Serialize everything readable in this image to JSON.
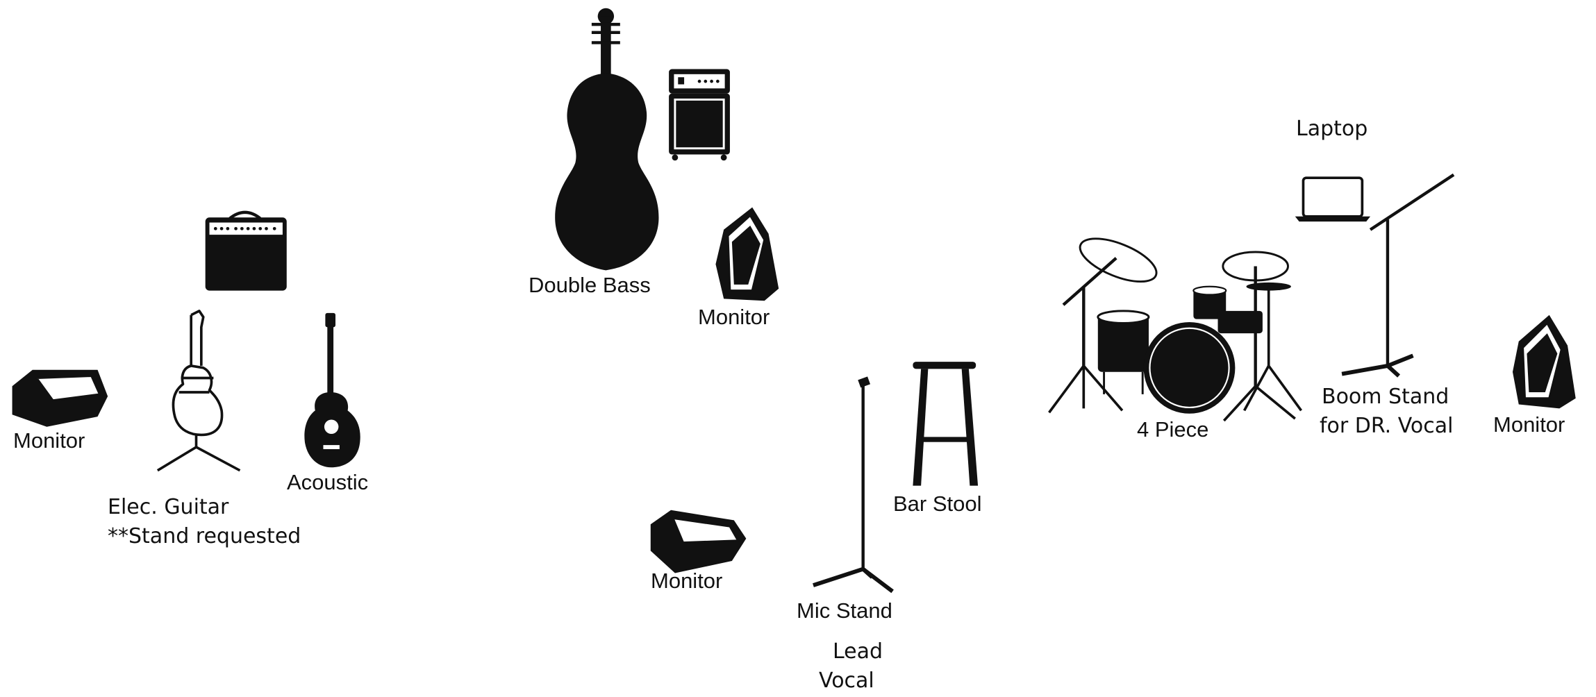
{
  "labels": {
    "monitor_left": "Monitor",
    "elec_guitar_line1": "Elec. Guitar",
    "elec_guitar_line2": "**Stand requested",
    "acoustic": "Acoustic",
    "double_bass": "Double Bass",
    "monitor_bass": "Monitor",
    "monitor_front": "Monitor",
    "mic_stand": "Mic Stand",
    "lead_vocal_line1": "Lead",
    "lead_vocal_line2": "Vocal",
    "bar_stool": "Bar Stool",
    "laptop": "Laptop",
    "drums": "4 Piece",
    "boom_stand_line1": "Boom Stand",
    "boom_stand_line2": "for DR. Vocal",
    "monitor_right": "Monitor"
  },
  "icons": [
    "monitor-icon",
    "guitar-amp-icon",
    "electric-guitar-icon",
    "acoustic-guitar-icon",
    "double-bass-icon",
    "bass-amp-icon",
    "mic-stand-icon",
    "bar-stool-icon",
    "laptop-icon",
    "drum-kit-icon",
    "boom-stand-icon"
  ]
}
